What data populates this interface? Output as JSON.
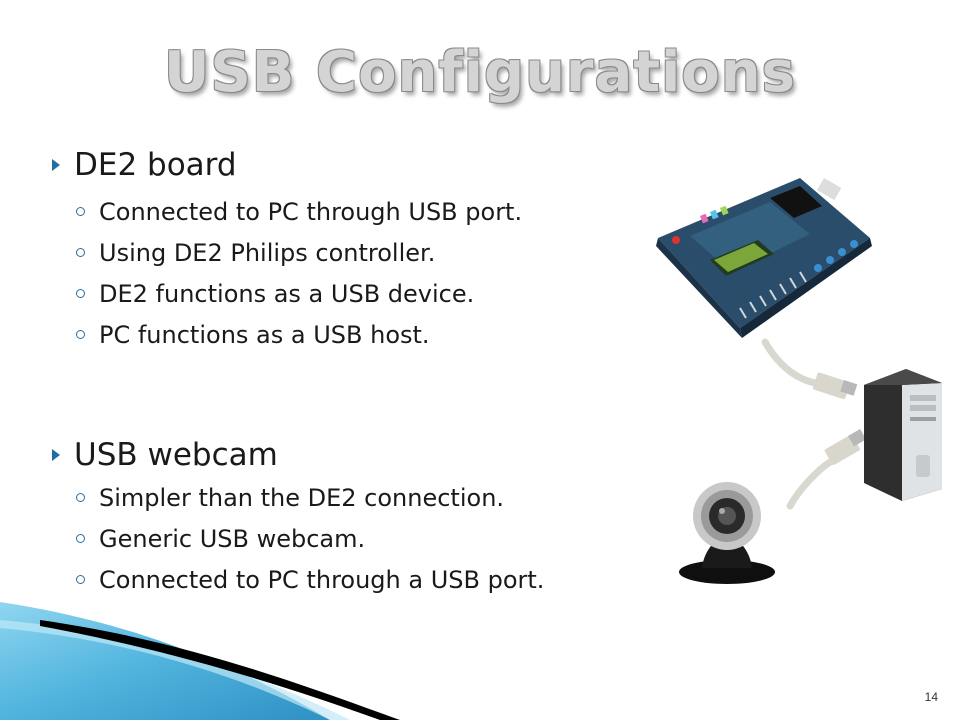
{
  "slide": {
    "title": "USB Configurations",
    "sections": [
      {
        "heading": "DE2 board",
        "items": [
          "Connected to PC through USB port.",
          "Using DE2 Philips controller.",
          "DE2 functions as a USB device.",
          "PC functions as a USB host."
        ]
      },
      {
        "heading": "USB webcam",
        "items": [
          "Simpler than the DE2 connection.",
          "Generic USB webcam.",
          "Connected to PC through a USB port."
        ]
      }
    ],
    "page_number": "14"
  },
  "colors": {
    "bullet_accent": "#1f6fa3",
    "title_fill": "#d4d4d4",
    "wave_blue": "#4fb3dd",
    "wave_black": "#000000"
  },
  "icons": [
    "de2-board-icon",
    "usb-cable-icon",
    "pc-tower-icon",
    "webcam-icon",
    "bullet-triangle-icon",
    "bullet-ring-icon"
  ]
}
